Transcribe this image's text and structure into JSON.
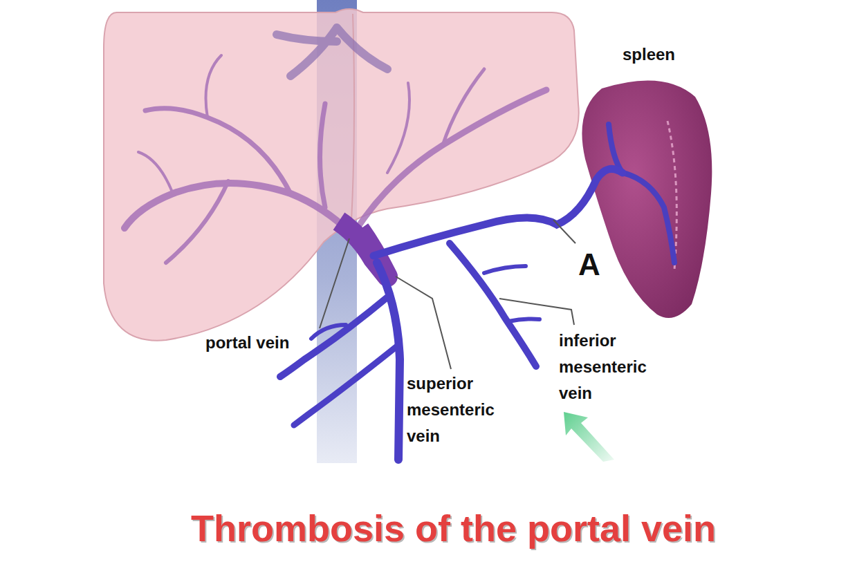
{
  "diagram": {
    "title": "Thrombosis of the portal vein",
    "labels": [
      "spleen",
      "A",
      "portal vein",
      "superior mesenteric vein",
      "inferior mesenteric vein"
    ]
  }
}
